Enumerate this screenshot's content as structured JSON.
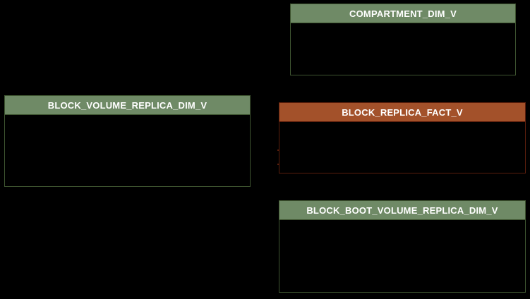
{
  "diagram": {
    "background_color": "#000000",
    "entities": [
      {
        "title": "COMPARTMENT_DIM_V",
        "kind": "dimension-view",
        "header_color": "#6f8a66",
        "border_color": "#3e5430",
        "text_color": "#ffffff"
      },
      {
        "title": "BLOCK_VOLUME_REPLICA_DIM_V",
        "kind": "dimension-view",
        "header_color": "#6f8a66",
        "border_color": "#3e5430",
        "text_color": "#ffffff"
      },
      {
        "title": "BLOCK_REPLICA_FACT_V",
        "kind": "fact-view",
        "header_color": "#a3512a",
        "border_color": "#5a1e0c",
        "text_color": "#ffffff"
      },
      {
        "title": "BLOCK_BOOT_VOLUME_REPLICA_DIM_V",
        "kind": "dimension-view",
        "header_color": "#6f8a66",
        "border_color": "#3e5430",
        "text_color": "#ffffff"
      }
    ]
  }
}
